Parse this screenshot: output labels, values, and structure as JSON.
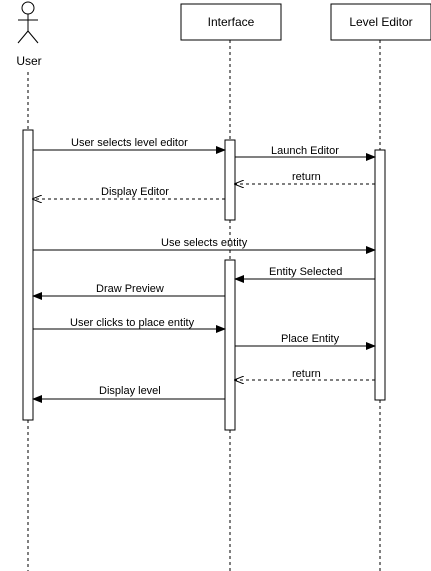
{
  "participants": {
    "user": "User",
    "interface": "Interface",
    "level_editor": "Level Editor"
  },
  "messages": [
    "User selects level editor",
    "Launch Editor",
    "return",
    "Display Editor",
    "Use selects entity",
    "Entity Selected",
    "Draw Preview",
    "User clicks to place entity",
    "Place Entity",
    "return",
    "Display level"
  ],
  "colors": {
    "line": "#000000",
    "background": "#ffffff"
  }
}
